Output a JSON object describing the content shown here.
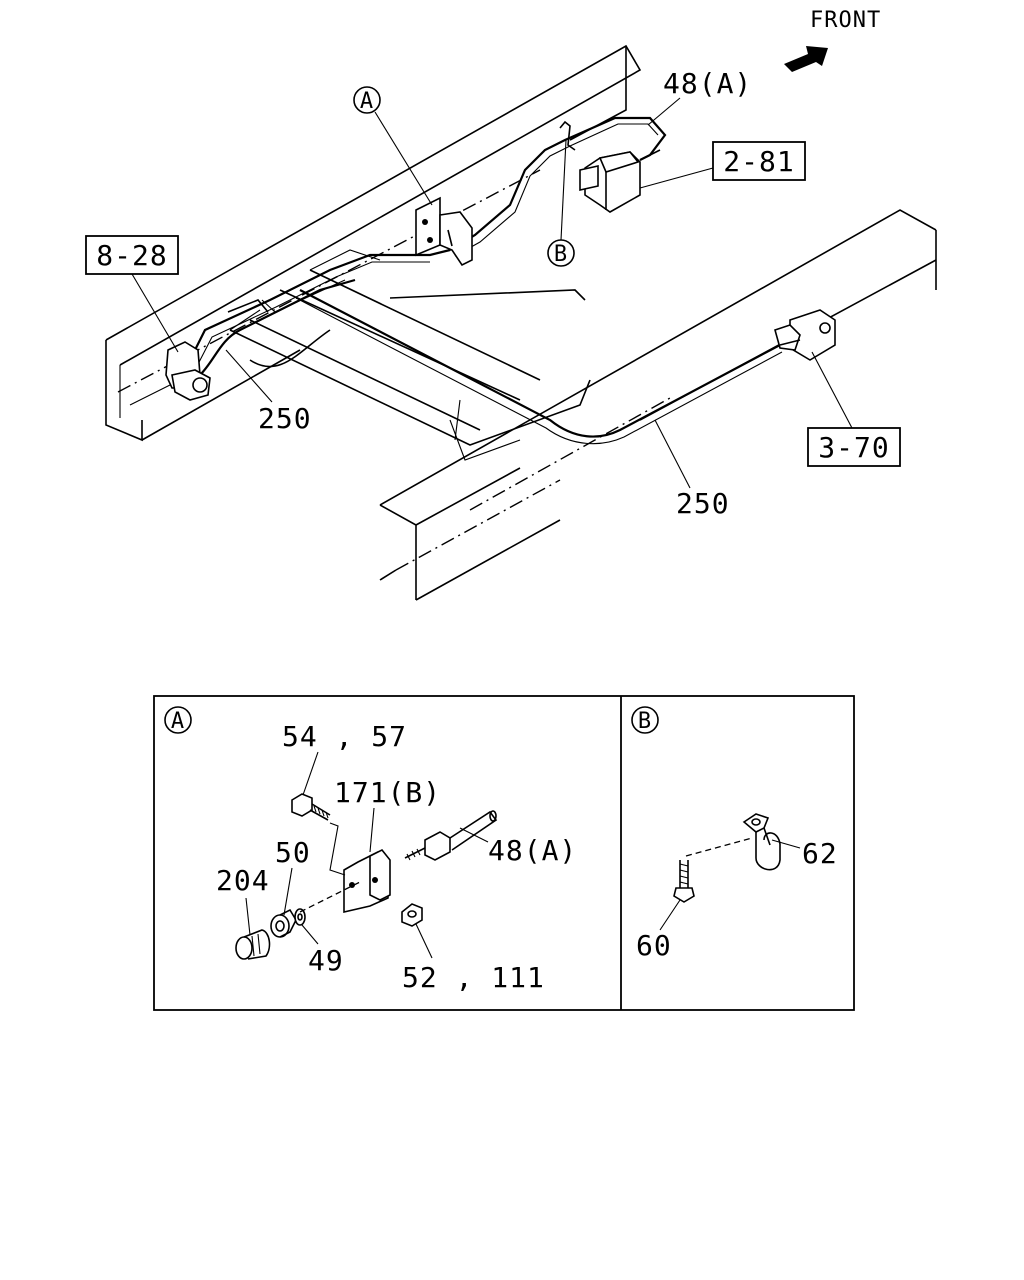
{
  "orientation": {
    "label": "FRONT"
  },
  "callouts": {
    "top_a_marker": "A",
    "top_b_marker": "B",
    "brake_line_a": "48(A)",
    "ref_2_81": "2-81",
    "ref_8_28": "8-28",
    "ref_3_70": "3-70",
    "harness_left": "250",
    "harness_right": "250"
  },
  "detail_a": {
    "marker": "A",
    "bolt": "54 , 57",
    "bracket": "171(B)",
    "line": "48(A)",
    "washer_50": "50",
    "bushing": "204",
    "washer_49": "49",
    "nut": "52 , 111"
  },
  "detail_b": {
    "marker": "B",
    "clip": "62",
    "screw": "60"
  }
}
